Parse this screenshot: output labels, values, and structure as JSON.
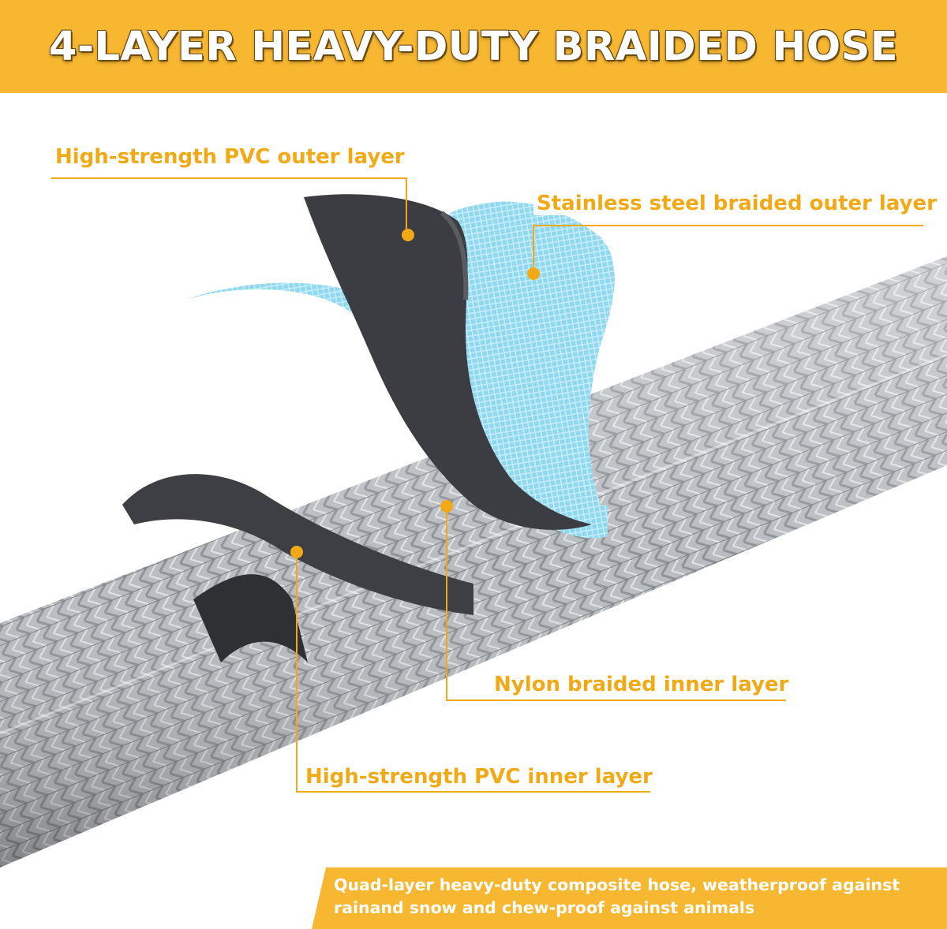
{
  "header": {
    "title": "4-LAYER HEAVY-DUTY BRAIDED HOSE"
  },
  "callouts": [
    {
      "name": "pvc-outer-layer",
      "label": "High-strength PVC outer layer"
    },
    {
      "name": "steel-outer-layer",
      "label": "Stainless steel braided outer layer"
    },
    {
      "name": "nylon-inner-layer",
      "label": "Nylon braided inner layer"
    },
    {
      "name": "pvc-inner-layer",
      "label": "High-strength PVC inner layer"
    }
  ],
  "footer": {
    "caption": "Quad-layer heavy-duty composite hose, weatherproof against rainand snow and chew-proof against animals"
  },
  "colors": {
    "accent": "#f7b731",
    "label_text": "#f2a916",
    "braid": "#b9bcc0",
    "rubber": "#3e3f44",
    "mesh": "#7fd0ec"
  }
}
